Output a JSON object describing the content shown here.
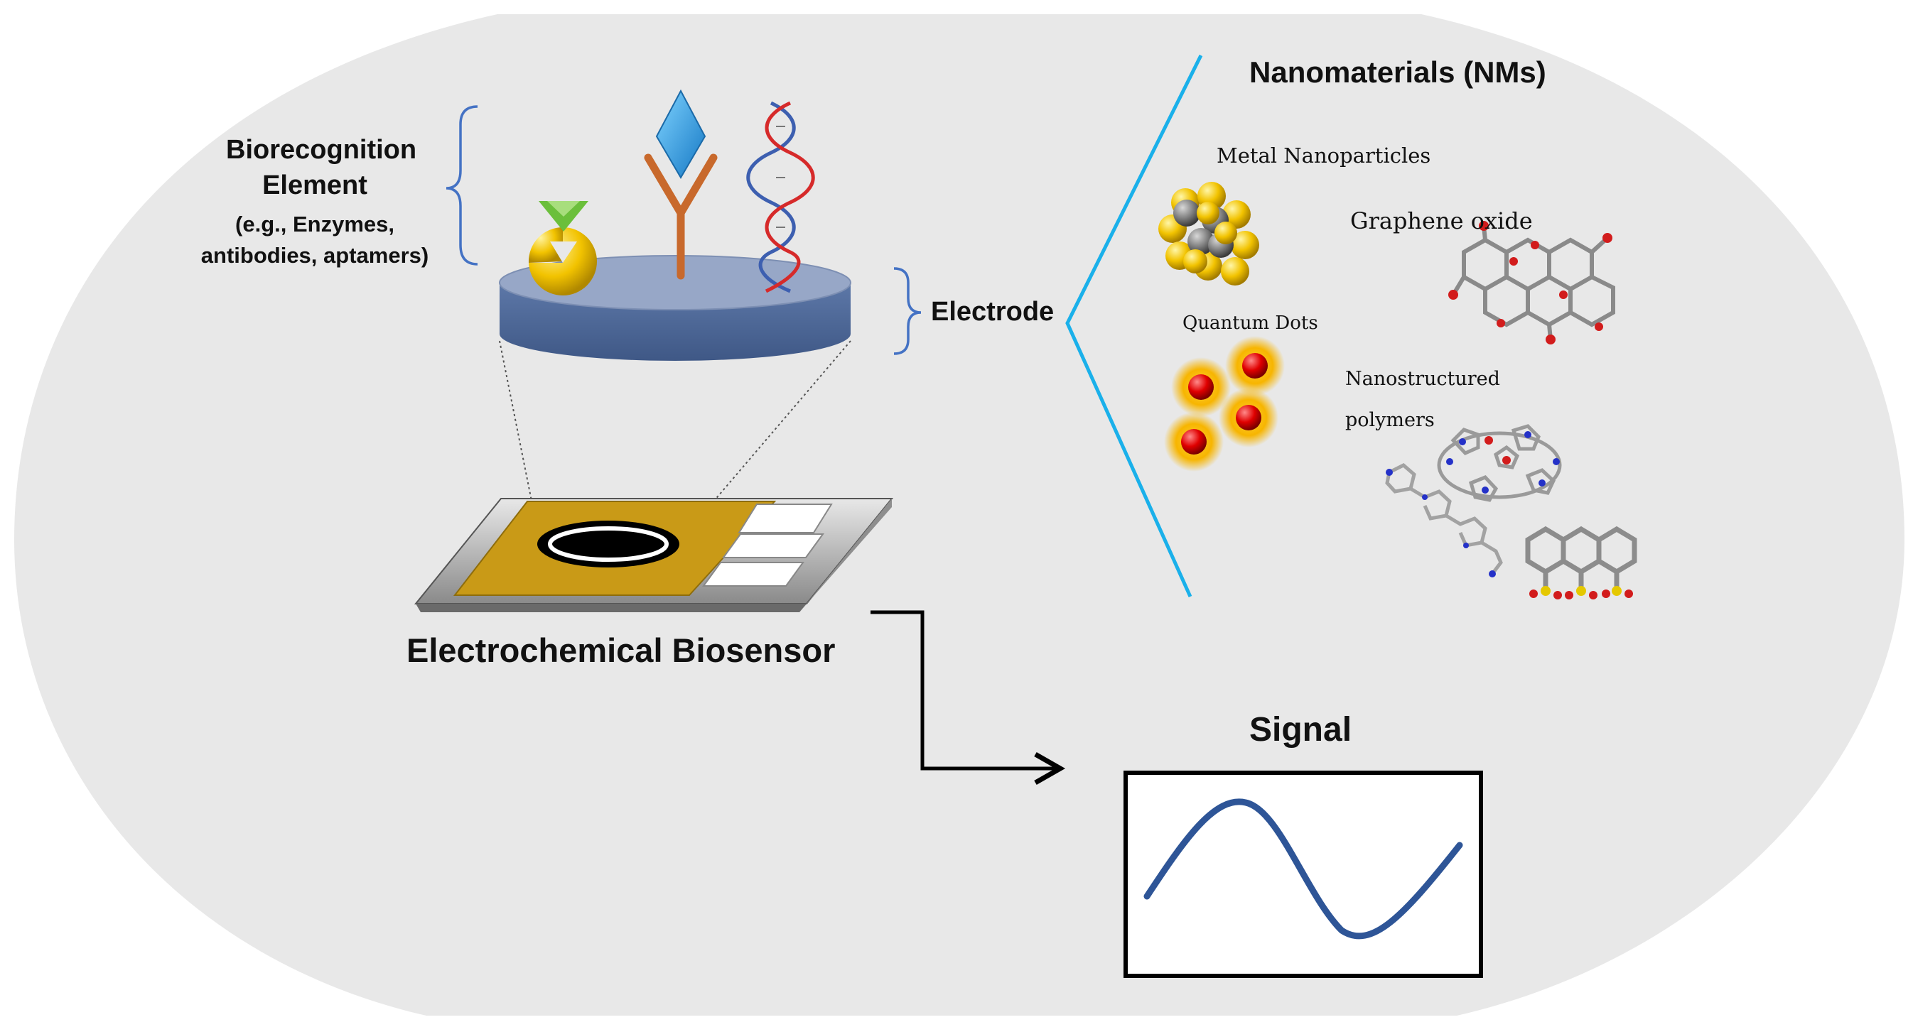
{
  "labels": {
    "biorecognition_line1": "Biorecognition",
    "biorecognition_line2": "Element",
    "biorecognition_examples_line1": "(e.g., Enzymes,",
    "biorecognition_examples_line2": "antibodies, aptamers)",
    "electrode": "Electrode",
    "sensor_title": "Electrochemical Biosensor",
    "nanomaterials_title": "Nanomaterials (NMs)",
    "metal_nanoparticles": "Metal Nanoparticles",
    "graphene_oxide": "Graphene oxide",
    "quantum_dots": "Quantum Dots",
    "nanostructured_line1": "Nanostructured",
    "nanostructured_line2": "polymers",
    "signal": "Signal"
  },
  "colors": {
    "background_oval": "#e8e8e8",
    "electrode_top": "#96a6c6",
    "electrode_side": "#4f6a98",
    "bracket": "#4472c4",
    "nm_line": "#1ab0ea",
    "enzyme": "#f2c300",
    "substrate": "#7ac142",
    "antibody": "#c8692c",
    "antigen": "#1e9fe0",
    "dna_red": "#d62a2a",
    "dna_blue": "#3d5fb0",
    "gold_strip": "#c99a17",
    "signal_wave": "#2e5597",
    "qd_core": "#e00000",
    "qd_glow": "#f7b500"
  }
}
